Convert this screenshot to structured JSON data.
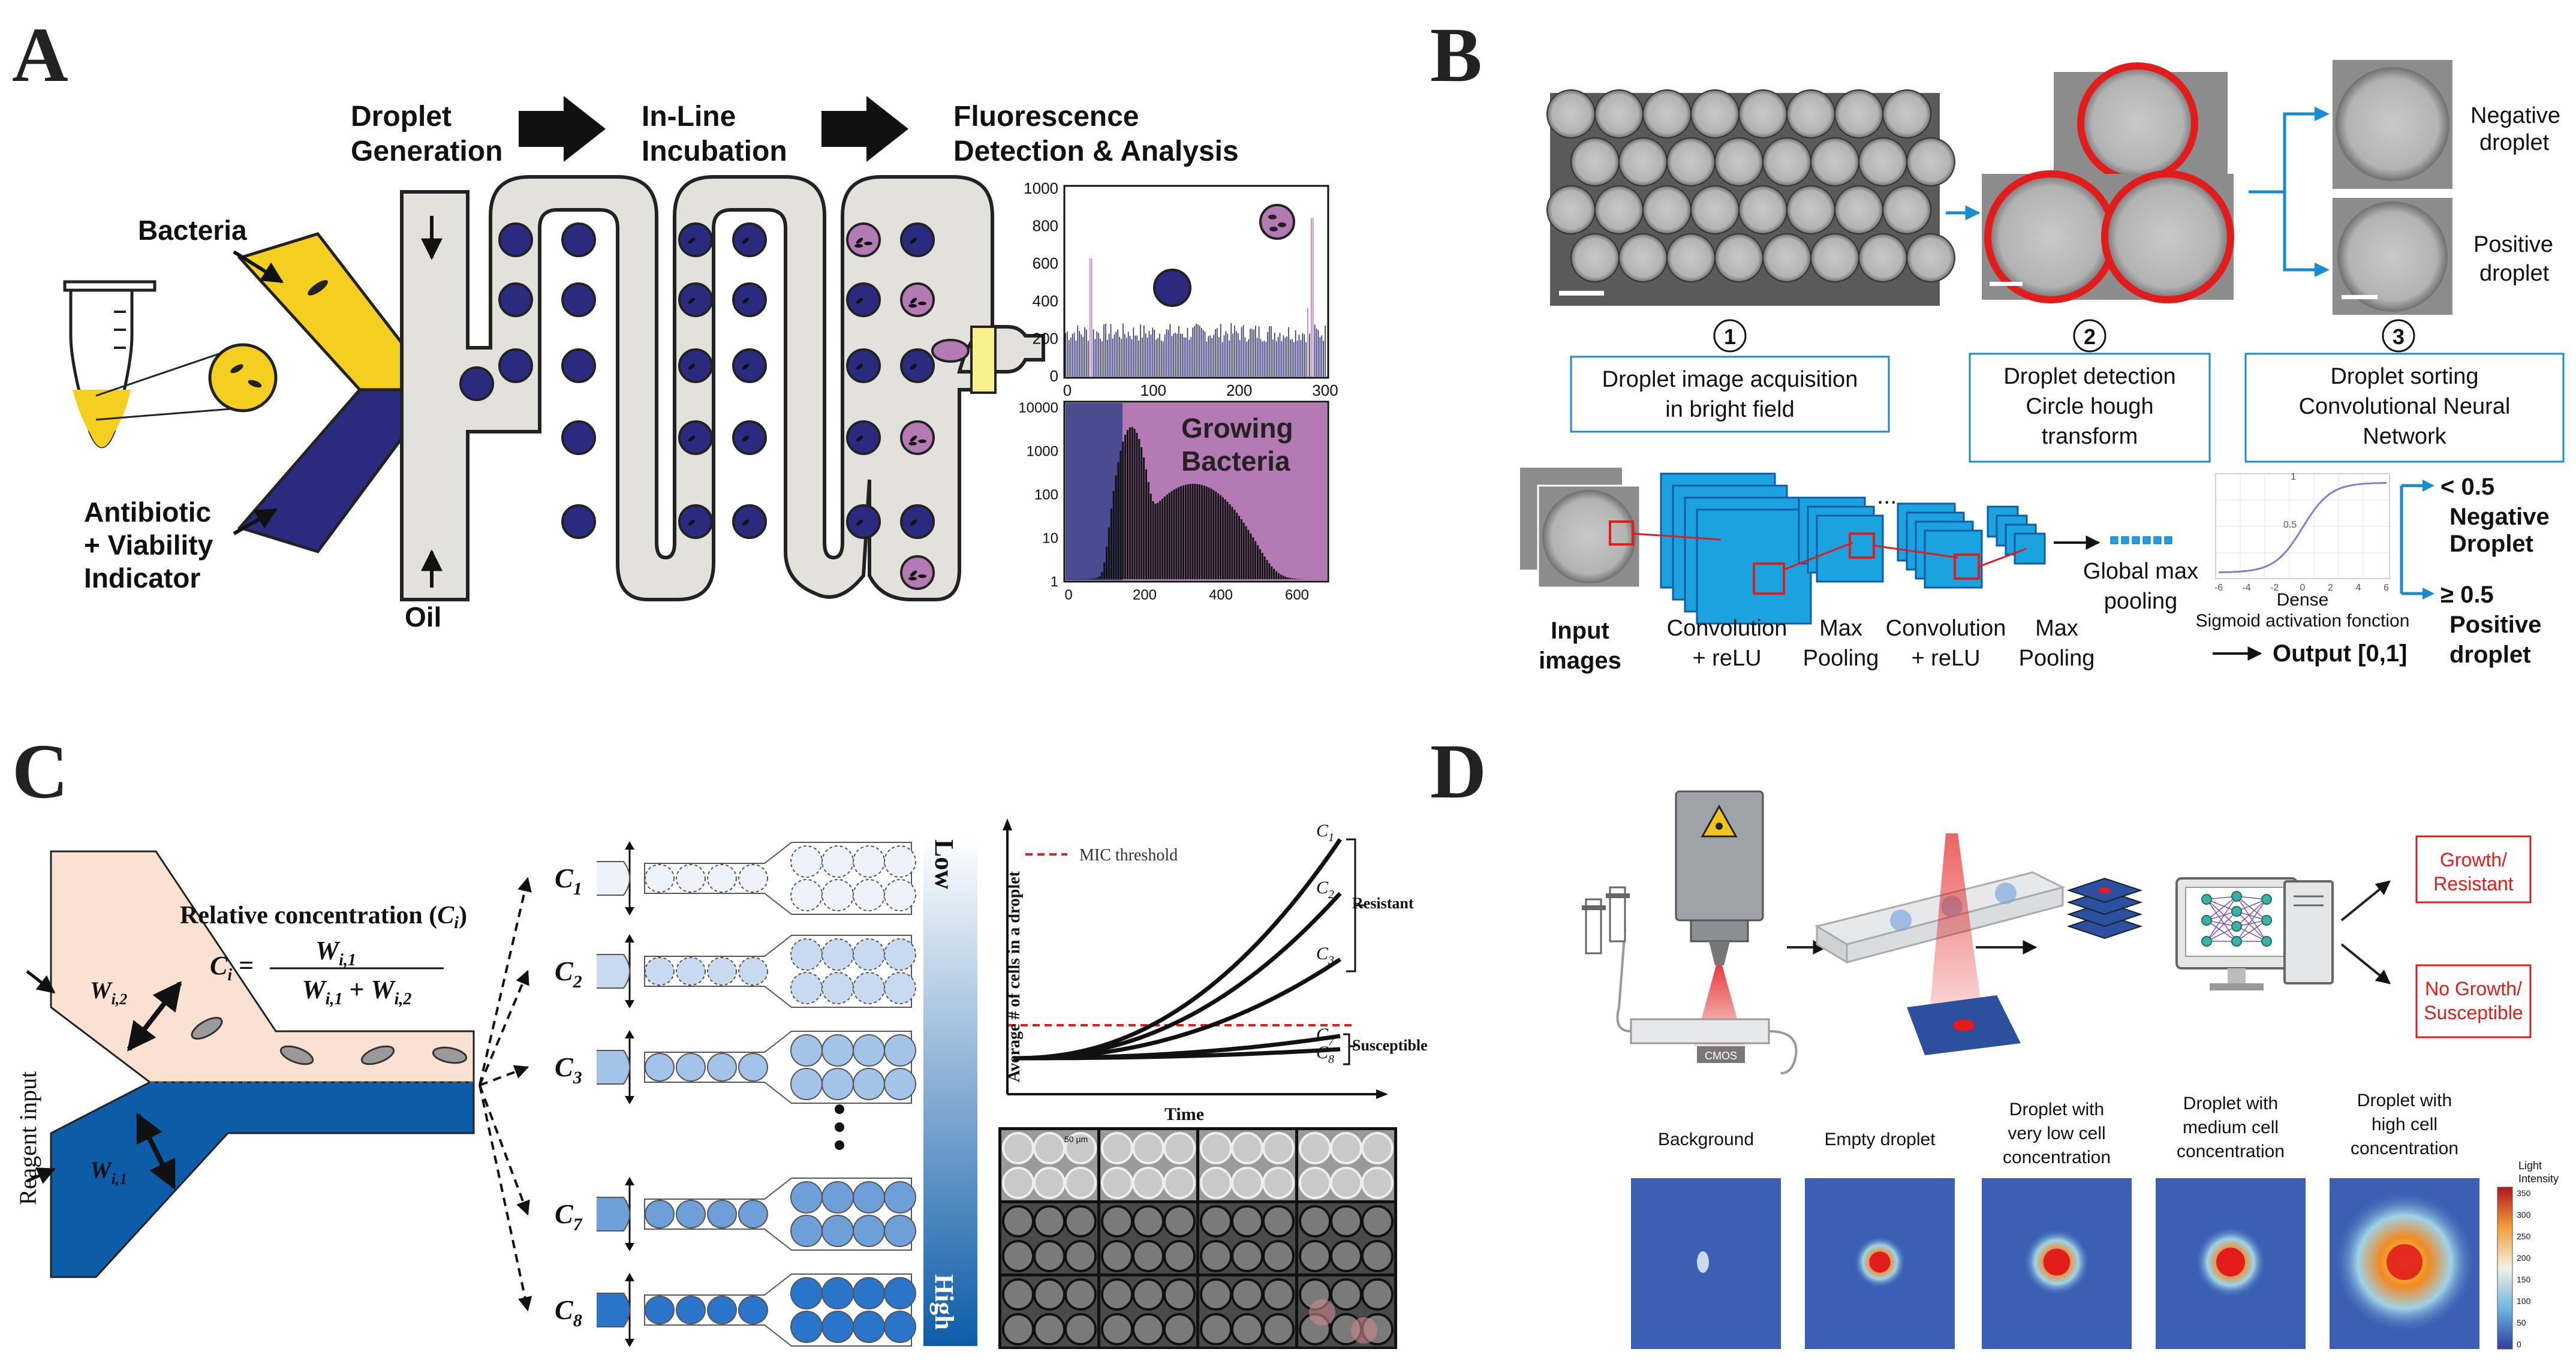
{
  "colors": {
    "yellow": "#f4cf1f",
    "navy": "#2a2b7e",
    "beige": "#e3e1dc",
    "purple": "#b47ab3",
    "blue_box": "#1ba3e0",
    "deep_blue": "#0d5ca8",
    "pale_pink": "#fbe1d2",
    "red": "#e21b1b"
  },
  "panelA": {
    "letter": "A",
    "bacteria": "Bacteria",
    "antibiotic_line1": "Antibiotic",
    "antibiotic_line2": "+ Viability",
    "antibiotic_line3": "Indicator",
    "oil": "Oil",
    "step1_line1": "Droplet",
    "step1_line2": "Generation",
    "step2_line1": "In-Line",
    "step2_line2": "Incubation",
    "step3_line1": "Fluorescence",
    "step3_line2": "Detection & Analysis",
    "trace_yticks": [
      "1000",
      "800",
      "600",
      "400",
      "200",
      "0"
    ],
    "trace_xticks": [
      "0",
      "100",
      "200",
      "300"
    ],
    "hist_label_line1": "Growing",
    "hist_label_line2": "Bacteria",
    "hist_yticks": [
      "10000",
      "1000",
      "100",
      "10",
      "1"
    ],
    "hist_xticks": [
      "0",
      "200",
      "400",
      "600"
    ]
  },
  "panelB": {
    "letter": "B",
    "negative_line1": "Negative",
    "negative_line2": "droplet",
    "positive_line1": "Positive",
    "positive_line2": "droplet",
    "step1_num": "1",
    "step1_line1": "Droplet image acquisition",
    "step1_line2": "in bright field",
    "step2_num": "2",
    "step2_line1": "Droplet detection",
    "step2_line2": "Circle hough",
    "step2_line3": "transform",
    "step3_num": "3",
    "step3_line1": "Droplet sorting",
    "step3_line2": "Convolutional Neural",
    "step3_line3": "Network",
    "input_line1": "Input",
    "input_line2": "images",
    "conv1_line1": "Convolution",
    "conv1_line2": "+ reLU",
    "pool1_line1": "Max",
    "pool1_line2": "Pooling",
    "conv2_line1": "Convolution",
    "conv2_line2": "+ reLU",
    "pool2_line1": "Max",
    "pool2_line2": "Pooling",
    "ellipsis": "...",
    "gmp_line1": "Global max",
    "gmp_line2": "pooling",
    "dense": "Dense",
    "sigmoid": "Sigmoid activation fonction",
    "sig_y_half": "0.5",
    "sig_y_one": "1",
    "sig_xticks": [
      "-6",
      "-4",
      "-2",
      "0",
      "2",
      "4",
      "6"
    ],
    "output": "Output [0,1]",
    "neg_thresh": "< 0.5",
    "neg_out_line1": "Negative",
    "neg_out_line2": "Droplet",
    "pos_thresh": "≥ 0.5",
    "pos_out_line1": "Positive",
    "pos_out_line2": "droplet"
  },
  "panelC": {
    "letter": "C",
    "rel_conc": "Relative concentration (",
    "rel_conc_sym": "C",
    "rel_conc_sub": "i",
    "rel_conc_close": ")",
    "formula_lhs": "C",
    "formula_lhs_sub": "i",
    "formula_eq": " = ",
    "formula_num": "W",
    "formula_num_sub": "i,1",
    "formula_den_a": "W",
    "formula_den_a_sub": "i,1",
    "formula_plus": " + ",
    "formula_den_b": "W",
    "formula_den_b_sub": "i,2",
    "w2": "W",
    "w2_sub": "i,2",
    "w1": "W",
    "w1_sub": "i,1",
    "reagent_input": "Reagent input",
    "c_labels": [
      {
        "sym": "C",
        "sub": "1"
      },
      {
        "sym": "C",
        "sub": "2"
      },
      {
        "sym": "C",
        "sub": "3"
      },
      {
        "sym": "C",
        "sub": "7"
      },
      {
        "sym": "C",
        "sub": "8"
      }
    ],
    "low": "Low",
    "high": "High",
    "mic_threshold": "MIC threshold",
    "resistant": "Resistant",
    "susceptible": "Susceptible",
    "ylabel": "Average # of cells in a droplet",
    "xlabel": "Time",
    "scale_bar": "50 µm"
  },
  "panelD": {
    "letter": "D",
    "cmos": "CMOS",
    "growth_line1": "Growth/",
    "growth_line2": "Resistant",
    "nogrowth_line1": "No Growth/",
    "nogrowth_line2": "Susceptible",
    "cat1_line1": "Background",
    "cat2_line1": "Empty droplet",
    "cat3_line1": "Droplet with",
    "cat3_line2": "very low cell",
    "cat3_line3": "concentration",
    "cat4_line1": "Droplet with",
    "cat4_line2": "medium cell",
    "cat4_line3": "concentration",
    "cat5_line1": "Droplet with",
    "cat5_line2": "high cell",
    "cat5_line3": "concentration",
    "cb_label_line1": "Light",
    "cb_label_line2": "Intensity",
    "cb_ticks": [
      "350",
      "300",
      "250",
      "200",
      "150",
      "100",
      "50",
      "0"
    ]
  }
}
